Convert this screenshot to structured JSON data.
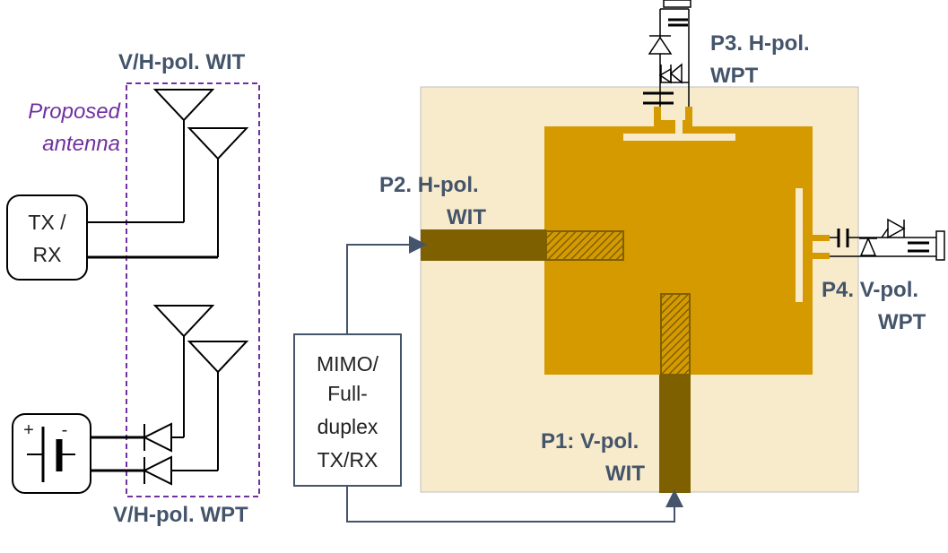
{
  "labels": {
    "top_left": "V/H-pol. WIT",
    "bottom_left": "V/H-pol. WPT",
    "proposed_line1": "Proposed",
    "proposed_line2": "antenna",
    "txrx_line1": "TX /",
    "txrx_line2": "RX",
    "battery_plus": "+",
    "battery_minus": "-",
    "mimo_line1": "MIMO/",
    "mimo_line2": "Full-",
    "mimo_line3": "duplex",
    "mimo_line4": "TX/RX",
    "p1_line1": "P1: V-pol.",
    "p1_line2": "WIT",
    "p2_line1": "P2. H-pol.",
    "p2_line2": "WIT",
    "p3_line1": "P3. H-pol.",
    "p3_line2": "WPT",
    "p4_line1": "P4. V-pol.",
    "p4_line2": "WPT"
  },
  "colors": {
    "substrate": "#f8ebcc",
    "patch": "#d49a00",
    "feed": "#7f6000",
    "label": "#44546a",
    "dashed_box": "#7030a0",
    "line": "#000000"
  }
}
